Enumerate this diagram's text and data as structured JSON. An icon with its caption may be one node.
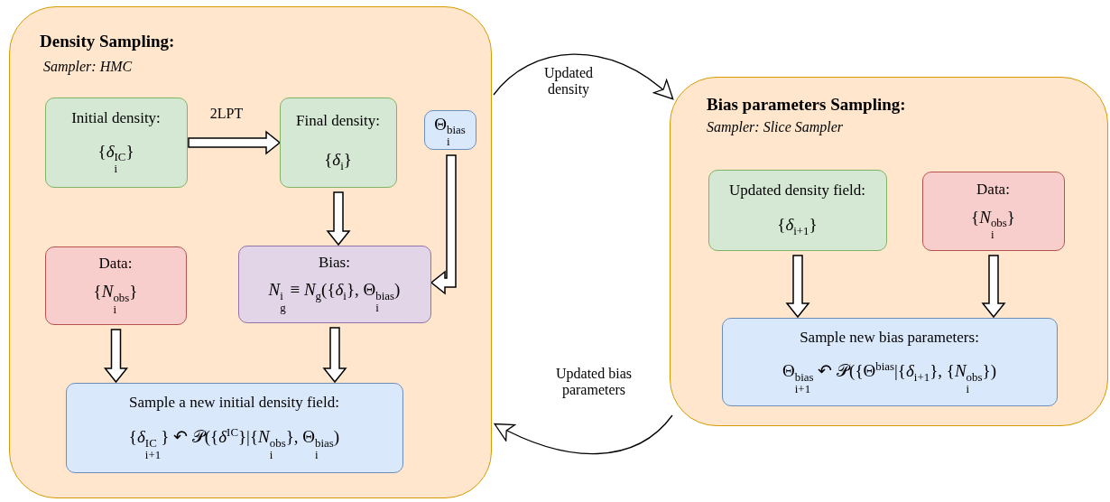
{
  "diagram": {
    "nodes": [
      {
        "text": [
          "Density Sampling:",
          "Sampler: HMC"
        ]
      },
      {
        "text": [
          "Initial density:",
          "{*δ*$_{i}$$^{IC}$}"
        ],
        "in": 0
      },
      {
        "text": [
          "Final density:",
          "{*δ*$_{i}$}"
        ],
        "in": 0
      },
      {
        "text": [
          "Θ$_{i}$$^{bias}$"
        ],
        "in": 0
      },
      {
        "text": [
          "Data:",
          "{*N*$_{i}$$^{obs}$}"
        ],
        "in": 0
      },
      {
        "text": [
          "Bias:",
          "*N*$_{g}$$^{i}$ ≡ *N*$_{g}$({*δ*$_{i}$}, Θ$_{i}$$^{bias}$)"
        ],
        "in": 0
      },
      {
        "text": [
          "Sample a new initial density field:",
          "{*δ*$_{i+1}$$^{IC}$} ↶ 𝒫({*δ*$^{IC}$}|{*N*$_{i}$$^{obs}$}, Θ$_{i}$$^{bias}$)"
        ],
        "in": 0
      },
      {
        "text": [
          "Bias parameters Sampling:",
          "Sampler: Slice Sampler"
        ]
      },
      {
        "text": [
          "Updated density field:",
          "{*δ*$_{i+1}$}"
        ],
        "in": 7
      },
      {
        "text": [
          "Data:",
          "{*N*$_{i}$$^{obs}$}"
        ],
        "in": 7
      },
      {
        "text": [
          "Sample new bias parameters:",
          "Θ$_{i+1}$$^{bias}$ ↶ 𝒫({Θ$^{bias}$|{*δ*$_{i+1}$}, {*N*$_{i}$$^{obs}$})"
        ],
        "in": 7
      }
    ],
    "edges": [
      {
        "from": 1,
        "to": 2,
        "arrow": "to",
        "label": "2LPT"
      },
      {
        "from": 2,
        "to": 5,
        "arrow": "to"
      },
      {
        "from": 3,
        "to": 5,
        "arrow": "to"
      },
      {
        "from": 4,
        "to": 6,
        "arrow": "to"
      },
      {
        "from": 5,
        "to": 6,
        "arrow": "to"
      },
      {
        "from": 0,
        "to": 7,
        "arrow": "to",
        "label": "Updated density"
      },
      {
        "from": 7,
        "to": 0,
        "arrow": "to",
        "label": "Updated bias parameters"
      },
      {
        "from": 8,
        "to": 10,
        "arrow": "to"
      },
      {
        "from": 9,
        "to": 10,
        "arrow": "to"
      }
    ]
  }
}
